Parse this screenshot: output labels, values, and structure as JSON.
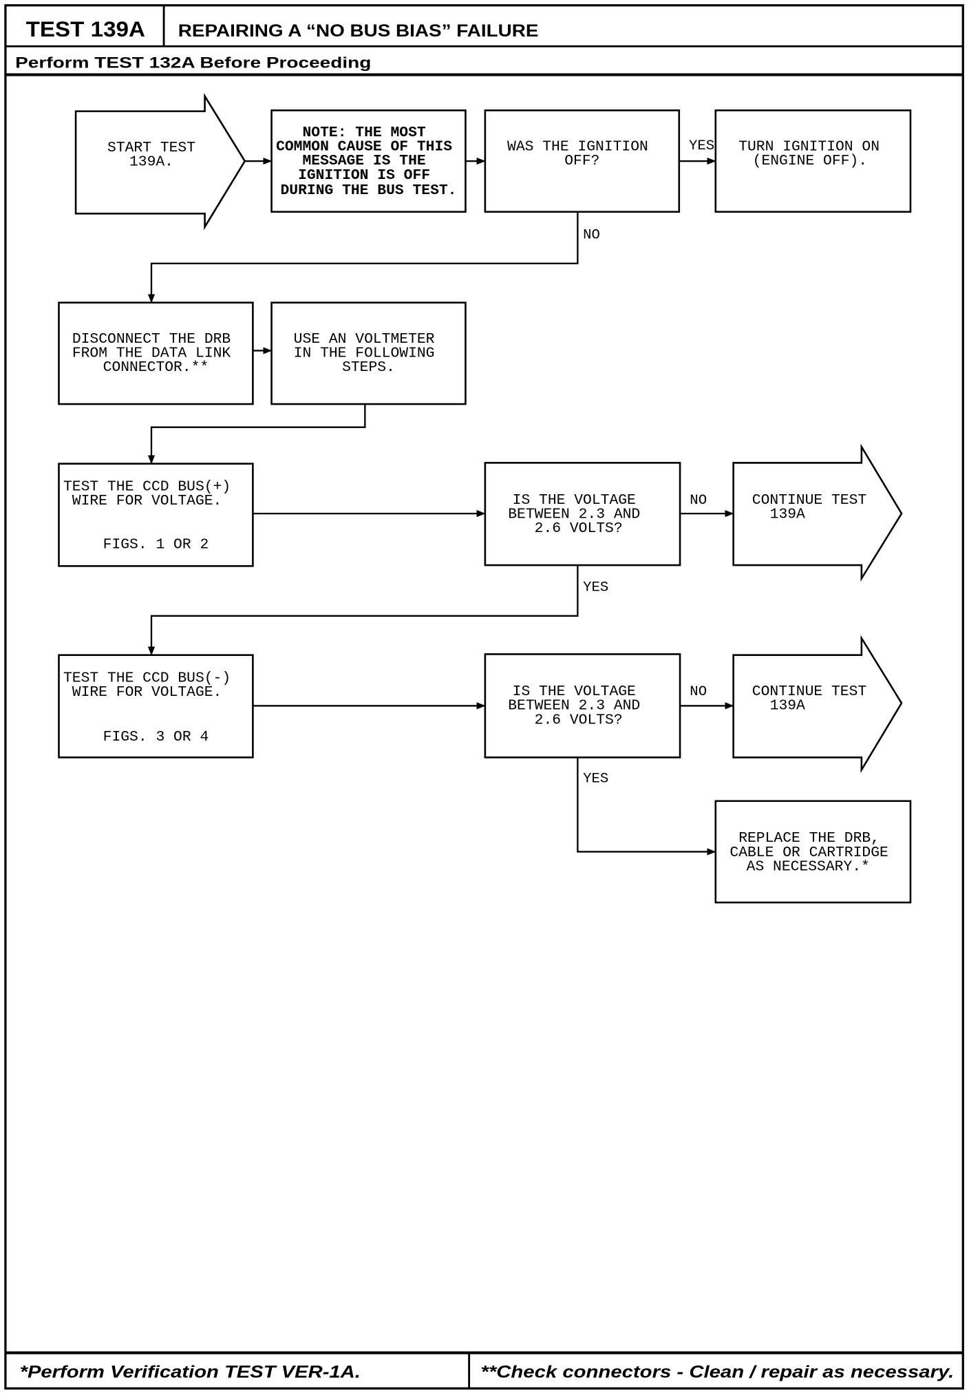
{
  "header": {
    "test_id": "TEST 139A",
    "title": "REPAIRING A “NO BUS BIAS” FAILURE",
    "prerequisite": "Perform TEST 132A Before Proceeding"
  },
  "flowchart": {
    "start": {
      "lines": [
        "START TEST",
        "139A."
      ]
    },
    "note": {
      "lines": [
        "NOTE: THE MOST",
        "COMMON CAUSE OF THIS",
        "MESSAGE IS THE",
        "IGNITION IS OFF",
        "DURING THE BUS TEST."
      ]
    },
    "ignition_question": {
      "lines": [
        "WAS THE IGNITION",
        "OFF?"
      ]
    },
    "turn_ignition_on": {
      "lines": [
        "TURN IGNITION ON",
        "(ENGINE OFF)."
      ]
    },
    "disconnect_drb": {
      "lines": [
        "DISCONNECT THE DRB",
        "FROM THE DATA LINK",
        "CONNECTOR.**"
      ]
    },
    "use_voltmeter": {
      "lines": [
        "USE AN VOLTMETER",
        "IN THE FOLLOWING",
        "STEPS."
      ]
    },
    "test_bus_plus": {
      "lines": [
        "TEST THE CCD BUS(+)",
        "WIRE FOR VOLTAGE."
      ],
      "figs": "FIGS. 1 OR 2"
    },
    "voltage_question_1": {
      "lines": [
        "IS THE VOLTAGE",
        "BETWEEN 2.3 AND",
        "2.6 VOLTS?"
      ]
    },
    "continue_1": {
      "lines": [
        "CONTINUE TEST",
        "139A"
      ]
    },
    "test_bus_minus": {
      "lines": [
        "TEST THE CCD BUS(-)",
        "WIRE FOR VOLTAGE."
      ],
      "figs": "FIGS. 3 OR 4"
    },
    "voltage_question_2": {
      "lines": [
        "IS THE VOLTAGE",
        "BETWEEN 2.3 AND",
        "2.6 VOLTS?"
      ]
    },
    "continue_2": {
      "lines": [
        "CONTINUE TEST",
        "139A"
      ]
    },
    "replace_drb": {
      "lines": [
        "REPLACE THE DRB,",
        "CABLE OR CARTRIDGE",
        "AS NECESSARY.*"
      ]
    }
  },
  "edges": {
    "ignition_yes": "YES",
    "ignition_no": "NO",
    "voltage1_no": "NO",
    "voltage1_yes": "YES",
    "voltage2_no": "NO",
    "voltage2_yes": "YES"
  },
  "footer": {
    "note_single": "*Perform Verification TEST VER-1A.",
    "note_double": "**Check connectors - Clean / repair as necessary."
  }
}
